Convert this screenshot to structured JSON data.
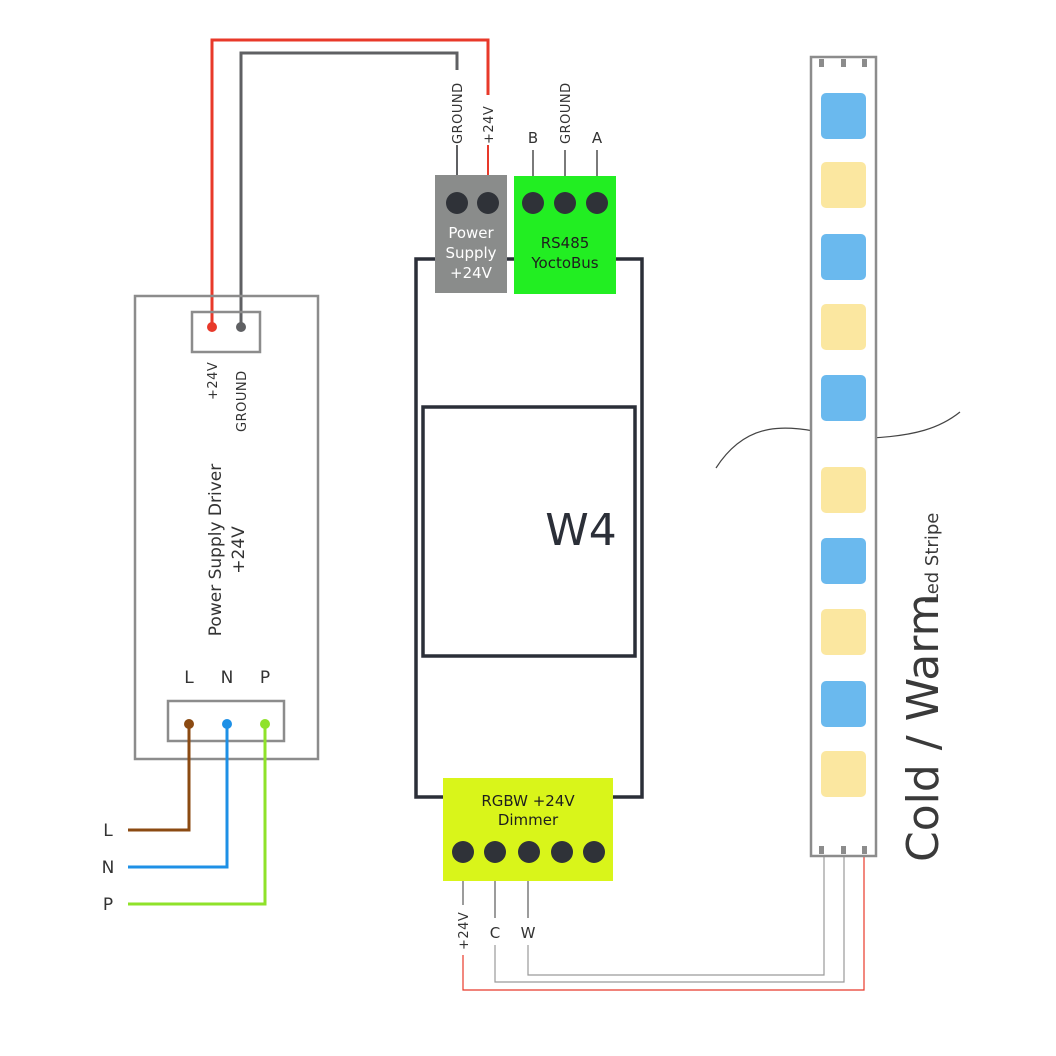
{
  "colors": {
    "outline": "#7a7a7a",
    "dark": "#2b2f38",
    "red": "#e8392a",
    "grey_wire": "#5f6063",
    "brown": "#8b4a12",
    "blue": "#1e90e6",
    "green_wire": "#8fe22a",
    "terminal_grey": "#8a8c8b",
    "terminal_green": "#22ee22",
    "terminal_yellow": "#d9f51a",
    "led_blue": "#6ab9ee",
    "led_yellow": "#fbe7a0"
  },
  "psu": {
    "title": "Power Supply Driver",
    "subtitle": "+24V",
    "out_plus": "+24V",
    "out_ground": "GROUND",
    "in_L": "L",
    "in_N": "N",
    "in_P": "P"
  },
  "mains": {
    "L": "L",
    "N": "N",
    "P": "P"
  },
  "module": {
    "name": "W4",
    "power_terminal": {
      "line1": "Power",
      "line2": "Supply",
      "line3": "+24V",
      "pin_ground": "GROUND",
      "pin_plus": "+24V"
    },
    "bus_terminal": {
      "line1": "RS485",
      "line2": "YoctoBus",
      "pin_b": "B",
      "pin_ground": "GROUND",
      "pin_a": "A"
    },
    "dimmer_terminal": {
      "line1": "RGBW +24V",
      "line2": "Dimmer",
      "pin_plus": "+24V",
      "pin_c": "C",
      "pin_w": "W"
    }
  },
  "strip": {
    "title": "Cold / Warm",
    "subtitle": "Led Stripe",
    "leds": [
      "blue",
      "yellow",
      "blue",
      "yellow",
      "blue",
      "yellow",
      "blue",
      "yellow",
      "blue",
      "yellow"
    ]
  }
}
